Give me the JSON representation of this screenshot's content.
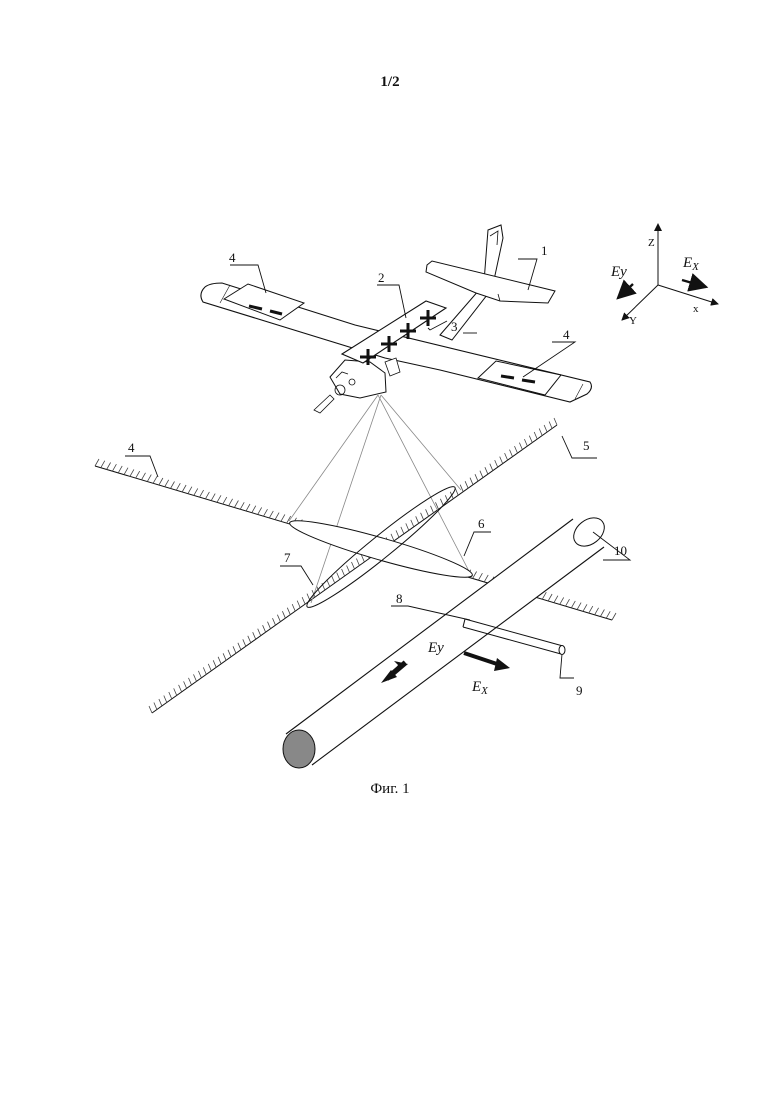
{
  "page": {
    "number": "1/2",
    "caption": "Фиг. 1"
  },
  "labels": {
    "n1": "1",
    "n2": "2",
    "n3": "3",
    "n4_left_wing": "4",
    "n4_right_wing": "4",
    "n4_ground": "4",
    "n5": "5",
    "n6": "6",
    "n7": "7",
    "n8": "8",
    "n9": "9",
    "n10": "10"
  },
  "axes": {
    "z": "Z",
    "x": "x",
    "y": "Y"
  },
  "fields": {
    "legend_ey": "Ey",
    "legend_ex": "E",
    "legend_ex_sub": "X",
    "pipe_ey": "Ey",
    "pipe_ex": "E",
    "pipe_ex_sub": "X"
  },
  "signs": {
    "minus": "–",
    "plus": "+"
  }
}
